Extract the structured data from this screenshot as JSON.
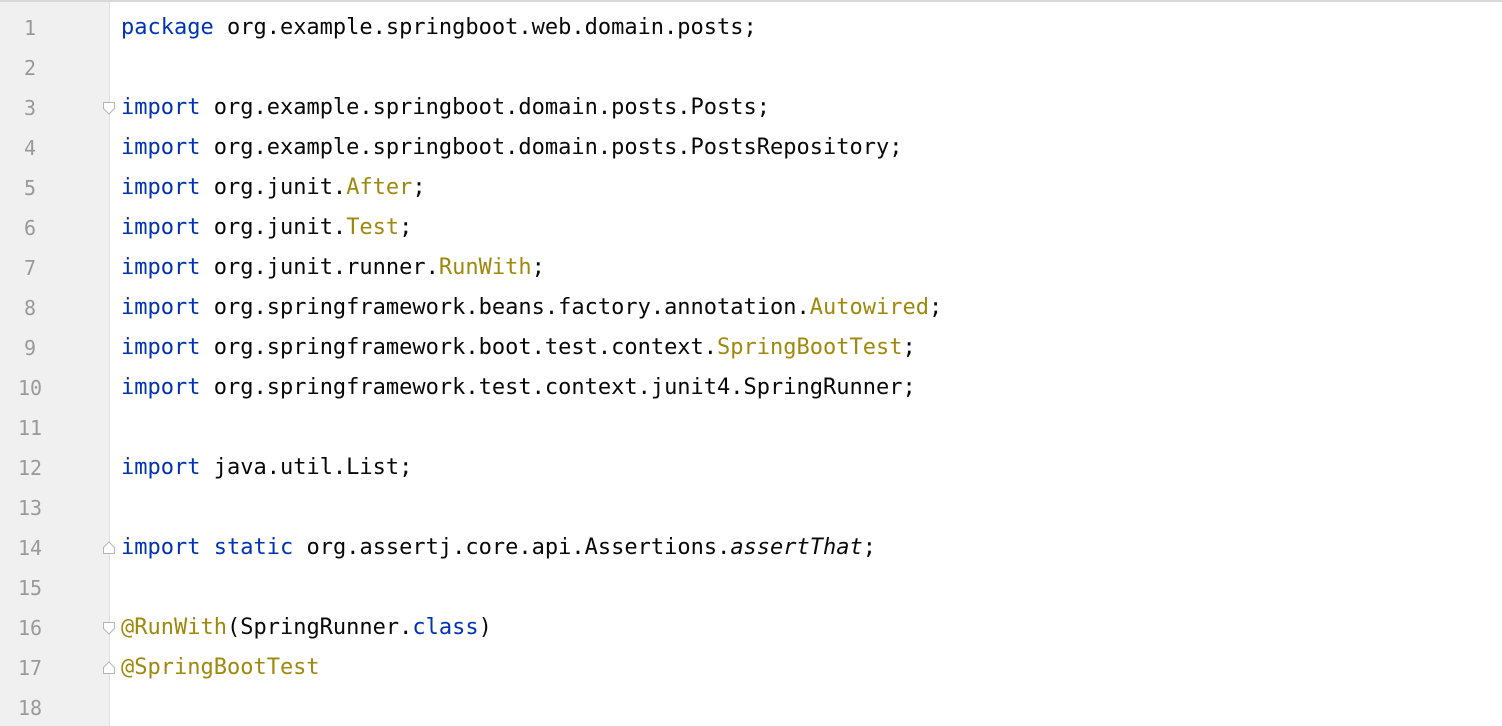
{
  "editor": {
    "language": "java",
    "colors": {
      "keyword": "#0033b3",
      "annotation": "#9e880d",
      "text": "#080808",
      "line_number": "#999999",
      "gutter_bg": "#f0f0f0"
    },
    "lines": [
      {
        "num": "1",
        "fold": "",
        "tokens": [
          {
            "t": "package",
            "c": "kw"
          },
          {
            "t": " org.example.springboot.web.domain.posts;",
            "c": ""
          }
        ]
      },
      {
        "num": "2",
        "fold": "",
        "tokens": []
      },
      {
        "num": "3",
        "fold": "open",
        "tokens": [
          {
            "t": "import",
            "c": "kw"
          },
          {
            "t": " org.example.springboot.domain.posts.Posts;",
            "c": ""
          }
        ]
      },
      {
        "num": "4",
        "fold": "",
        "tokens": [
          {
            "t": "import",
            "c": "kw"
          },
          {
            "t": " org.example.springboot.domain.posts.PostsRepository;",
            "c": ""
          }
        ]
      },
      {
        "num": "5",
        "fold": "",
        "tokens": [
          {
            "t": "import",
            "c": "kw"
          },
          {
            "t": " org.junit.",
            "c": ""
          },
          {
            "t": "After",
            "c": "ann"
          },
          {
            "t": ";",
            "c": ""
          }
        ]
      },
      {
        "num": "6",
        "fold": "",
        "tokens": [
          {
            "t": "import",
            "c": "kw"
          },
          {
            "t": " org.junit.",
            "c": ""
          },
          {
            "t": "Test",
            "c": "ann"
          },
          {
            "t": ";",
            "c": ""
          }
        ]
      },
      {
        "num": "7",
        "fold": "",
        "tokens": [
          {
            "t": "import",
            "c": "kw"
          },
          {
            "t": " org.junit.runner.",
            "c": ""
          },
          {
            "t": "RunWith",
            "c": "ann"
          },
          {
            "t": ";",
            "c": ""
          }
        ]
      },
      {
        "num": "8",
        "fold": "",
        "tokens": [
          {
            "t": "import",
            "c": "kw"
          },
          {
            "t": " org.springframework.beans.factory.annotation.",
            "c": ""
          },
          {
            "t": "Autowired",
            "c": "ann"
          },
          {
            "t": ";",
            "c": ""
          }
        ]
      },
      {
        "num": "9",
        "fold": "",
        "tokens": [
          {
            "t": "import",
            "c": "kw"
          },
          {
            "t": " org.springframework.boot.test.context.",
            "c": ""
          },
          {
            "t": "SpringBootTest",
            "c": "ann"
          },
          {
            "t": ";",
            "c": ""
          }
        ]
      },
      {
        "num": "10",
        "fold": "",
        "tokens": [
          {
            "t": "import",
            "c": "kw"
          },
          {
            "t": " org.springframework.test.context.junit4.SpringRunner;",
            "c": ""
          }
        ]
      },
      {
        "num": "11",
        "fold": "",
        "tokens": []
      },
      {
        "num": "12",
        "fold": "",
        "tokens": [
          {
            "t": "import",
            "c": "kw"
          },
          {
            "t": " java.util.List;",
            "c": ""
          }
        ]
      },
      {
        "num": "13",
        "fold": "",
        "tokens": []
      },
      {
        "num": "14",
        "fold": "close",
        "tokens": [
          {
            "t": "import",
            "c": "kw"
          },
          {
            "t": " ",
            "c": ""
          },
          {
            "t": "static",
            "c": "kw"
          },
          {
            "t": " org.assertj.core.api.Assertions.",
            "c": ""
          },
          {
            "t": "assertThat",
            "c": "it"
          },
          {
            "t": ";",
            "c": ""
          }
        ]
      },
      {
        "num": "15",
        "fold": "",
        "tokens": []
      },
      {
        "num": "16",
        "fold": "open",
        "tokens": [
          {
            "t": "@RunWith",
            "c": "ann"
          },
          {
            "t": "(SpringRunner.",
            "c": ""
          },
          {
            "t": "class",
            "c": "kw"
          },
          {
            "t": ")",
            "c": ""
          }
        ]
      },
      {
        "num": "17",
        "fold": "close",
        "tokens": [
          {
            "t": "@SpringBootTest",
            "c": "ann"
          }
        ]
      },
      {
        "num": "18",
        "fold": "",
        "tokens": []
      }
    ]
  }
}
